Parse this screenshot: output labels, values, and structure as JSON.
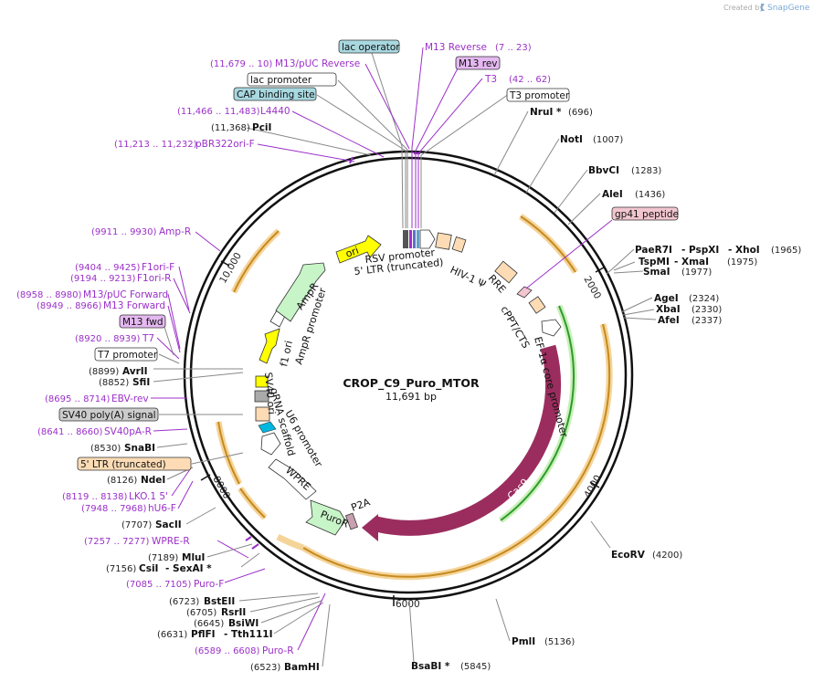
{
  "branding": {
    "created_by": "Created by",
    "product": "SnapGene"
  },
  "plasmid": {
    "name": "CROP_C9_Puro_MTOR",
    "size": "11,691 bp"
  },
  "ticks": [
    "2000",
    "4000",
    "6000",
    "8000",
    "10,000"
  ],
  "features_inner": [
    "ori",
    "RSV promoter",
    "5' LTR (truncated)",
    "HIV-1 Ψ",
    "RRE",
    "cPPT/CTS",
    "EF-1α core promoter",
    "Cas9",
    "P2A",
    "PuroR",
    "WPRE",
    "U6 promoter",
    "gRNA scaffold",
    "SV40 ori",
    "AmpR promoter",
    "AmpR",
    "f1 ori"
  ],
  "top_labels": {
    "lac_operator": "lac operator",
    "m13_reverse": "M13 Reverse",
    "m13_reverse_coord": "(7 .. 23)",
    "m13_rev": "M13 rev",
    "t3": "T3",
    "t3_coord": "(42 .. 62)",
    "t3_promoter": "T3 promoter",
    "m13_puc_reverse_coord": "(11,679 .. 10)",
    "m13_puc_reverse": "M13/pUC Reverse",
    "lac_promoter": "lac promoter",
    "cap_binding_site": "CAP binding site",
    "l4440_coord": "(11,466 .. 11,483)",
    "l4440": "L4440",
    "pcii_coord": "(11,368)",
    "pcii": "PciI",
    "pbr322_coord": "(11,213 .. 11,232)",
    "pbr322": "pBR322ori-F"
  },
  "right_labels": [
    {
      "name": "NruI *",
      "coord": "(696)"
    },
    {
      "name": "NotI",
      "coord": "(1007)"
    },
    {
      "name": "BbvCI",
      "coord": "(1283)"
    },
    {
      "name": "AleI",
      "coord": "(1436)"
    },
    {
      "name": "gp41 peptide",
      "coord": ""
    },
    {
      "name": "PaeR7I",
      "name2": "- PspXI",
      "name3": "- XhoI",
      "coord": "(1965)"
    },
    {
      "name": "TspMI",
      "name2": "- XmaI",
      "coord": "(1975)"
    },
    {
      "name": "SmaI",
      "coord": "(1977)"
    },
    {
      "name": "AgeI",
      "coord": "(2324)"
    },
    {
      "name": "XbaI",
      "coord": "(2330)"
    },
    {
      "name": "AfeI",
      "coord": "(2337)"
    },
    {
      "name": "EcoRV",
      "coord": "(4200)"
    },
    {
      "name": "PmlI",
      "coord": "(5136)"
    },
    {
      "name": "BsaBI *",
      "coord": "(5845)"
    }
  ],
  "left_labels": [
    {
      "coord": "(9911 .. 9930)",
      "name": "Amp-R"
    },
    {
      "coord": "(9404 .. 9425)",
      "name": "F1ori-F"
    },
    {
      "coord": "(9194 .. 9213)",
      "name": "F1ori-R"
    },
    {
      "coord": "(8958 .. 8980)",
      "name": "M13/pUC Forward"
    },
    {
      "coord": "(8949 .. 8966)",
      "name": "M13 Forward"
    },
    {
      "coord": "",
      "name": "M13 fwd"
    },
    {
      "coord": "(8920 .. 8939)",
      "name": "T7"
    },
    {
      "coord": "",
      "name": "T7 promoter"
    },
    {
      "coord": "(8899)",
      "name": "AvrII"
    },
    {
      "coord": "(8852)",
      "name": "SfiI"
    },
    {
      "coord": "(8695 .. 8714)",
      "name": "EBV-rev"
    },
    {
      "coord": "",
      "name": "SV40 poly(A) signal"
    },
    {
      "coord": "(8641 .. 8660)",
      "name": "SV40pA-R"
    },
    {
      "coord": "(8530)",
      "name": "SnaBI"
    },
    {
      "coord": "",
      "name": "5' LTR (truncated)"
    },
    {
      "coord": "(8126)",
      "name": "NdeI"
    },
    {
      "coord": "(8119 .. 8138)",
      "name": "LKO.1 5'"
    },
    {
      "coord": "(7948 .. 7968)",
      "name": "hU6-F"
    },
    {
      "coord": "(7707)",
      "name": "SacII"
    },
    {
      "coord": "(7257 .. 7277)",
      "name": "WPRE-R"
    },
    {
      "coord": "(7189)",
      "name": "MluI"
    },
    {
      "coord": "(7156)",
      "name": "CsiI",
      "name2": "- SexAI *"
    },
    {
      "coord": "(7085 .. 7105)",
      "name": "Puro-F"
    },
    {
      "coord": "(6723)",
      "name": "BstEII"
    },
    {
      "coord": "(6705)",
      "name": "RsrII"
    },
    {
      "coord": "(6645)",
      "name": "BsiWI"
    },
    {
      "coord": "(6631)",
      "name": "PflFI",
      "name2": "- Tth111I"
    },
    {
      "coord": "(6589 .. 6608)",
      "name": "Puro-R"
    },
    {
      "coord": "(6523)",
      "name": "BamHI"
    }
  ],
  "colors": {
    "backbone": "#111111",
    "primer": "#9b30c8",
    "cas9": "#9b2d5e",
    "orange_arc": "#f5c07a",
    "green_arc": "#4caf50",
    "yellow": "#ffff00",
    "ampr": "#c8f5c8",
    "ltr": "#fddcb5",
    "u6": "#ffffff",
    "sv40ori": "#cccccc",
    "lac_operator_box": "#a8d8e0",
    "m13_rev_box": "#e4b8f0",
    "cap_box": "#a8d8e0",
    "gp41_box": "#f2c6cf",
    "sv40pa_box": "#cccccc",
    "ltr_box": "#fddcb5"
  }
}
